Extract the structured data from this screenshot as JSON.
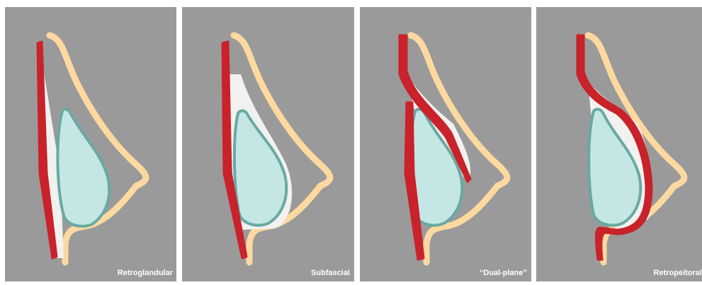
{
  "figure": {
    "background_color": "#ffffff",
    "panel_color": "#9a9a9a",
    "colors": {
      "skin_outline": "#fdd9a0",
      "muscle": "#c9222b",
      "implant_fill": "#c4e7e6",
      "implant_outline": "#6aa9a2",
      "tissue_plane": "#f1f1ef",
      "caption_text": "#ffffff"
    },
    "panels": [
      {
        "caption": "Retroglandular"
      },
      {
        "caption": "Subfascial"
      },
      {
        "caption": "“Dual-plane”"
      },
      {
        "caption": "Retropeitoral"
      }
    ]
  }
}
